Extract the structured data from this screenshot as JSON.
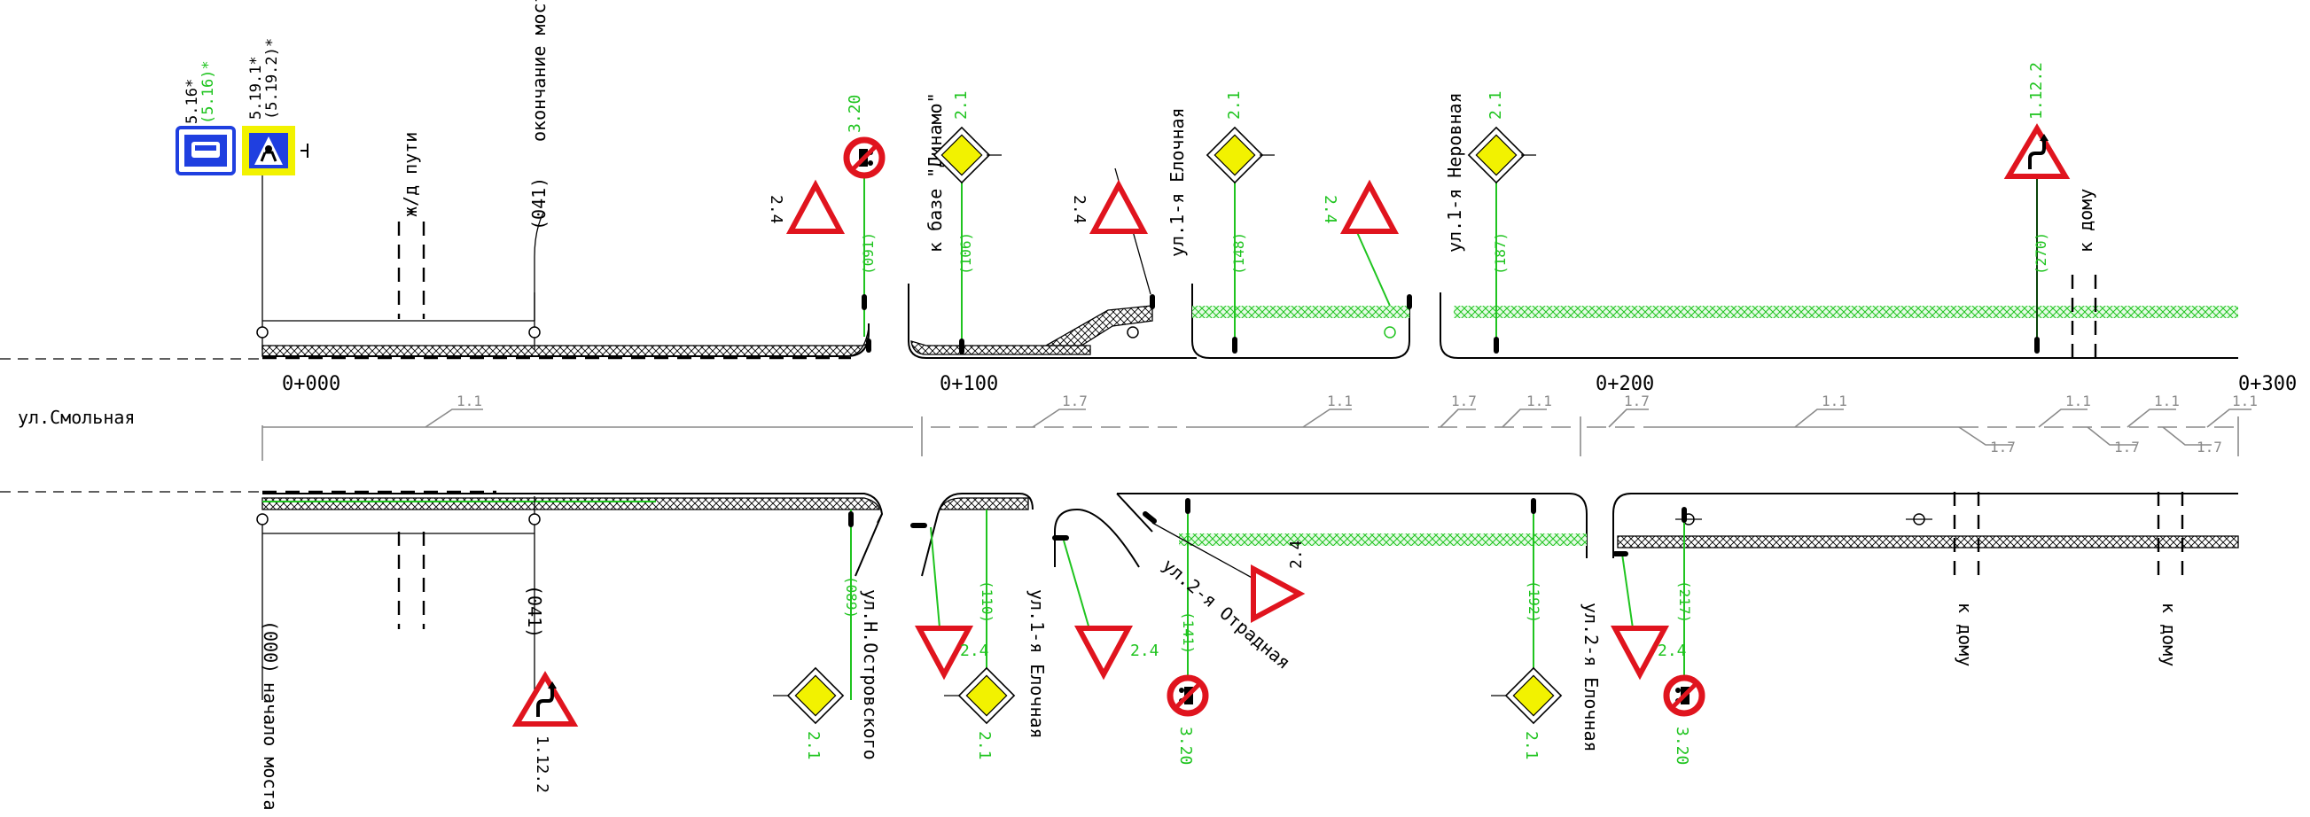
{
  "street_label": "ул.Смольная",
  "pickets": [
    "0+000",
    "0+100",
    "0+200",
    "0+300"
  ],
  "markings": {
    "m1_1": "1.1",
    "m1_7": "1.7"
  },
  "top_labels": {
    "rail": "ж/д пути",
    "bridge_end": "окончание моста",
    "bridge_end_pk": "(041)",
    "dinamo": "к базе \"Динамо\"",
    "yolochnaya1": "ул.1-я Елочная",
    "nerovnaya1": "ул.1-я Неровная",
    "to_house": "к дому"
  },
  "bottom_labels": {
    "bridge_start": "начало моста",
    "bridge_start_pk": "(000)",
    "bridge_pk": "(041)",
    "ostrovskogo": "ул.Н.Островского",
    "yolochnaya1": "ул.1-я Елочная",
    "otradnaya2": "ул.2-я Отрадная",
    "yolochnaya2": "ул.2-я Елочная",
    "to_house": "к дому"
  },
  "signs": {
    "s516_black": "5.16*",
    "s516_green": "(5.16)*",
    "s5191": "5.19.1*",
    "s5192": "(5.19.2)*",
    "s21": "2.1",
    "s24": "2.4",
    "s320": "3.20",
    "s1122": "1.12.2"
  },
  "top_pk": [
    "(091)",
    "(106)",
    "(148)",
    "(187)",
    "(270)"
  ],
  "bottom_pk": [
    "(089)",
    "(110)",
    "(141)",
    "(192)",
    "(217)"
  ],
  "colors": {
    "marking_green": "#1fc41f",
    "sign_red": "#e0141e",
    "sign_yellow": "#f2f200",
    "sign_blue": "#1f3fe0"
  }
}
